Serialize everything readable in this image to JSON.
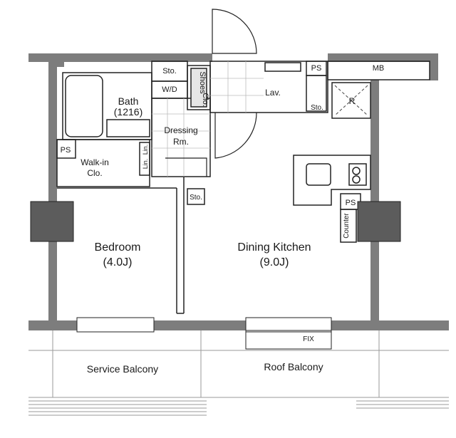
{
  "rooms": {
    "bath": "Bath",
    "bath_size": "(1216)",
    "dressing": "Dressing",
    "dressing_rm": "Rm.",
    "walkin": "Walk-in",
    "walkin_clo": "Clo.",
    "bedroom": "Bedroom",
    "bedroom_size": "(4.0J)",
    "dining": "Dining Kitchen",
    "dining_size": "(9.0J)",
    "lav": "Lav.",
    "service_balcony": "Service Balcony",
    "roof_balcony": "Roof Balcony"
  },
  "labels": {
    "sto_top": "Sto.",
    "wd": "W/D",
    "shoes": "Shoes",
    "shoes_clo": "Clo.",
    "ps_top": "PS",
    "mb": "MB",
    "sto_lav": "Sto.",
    "r": "R",
    "ps_left": "PS",
    "lin1": "Lin.",
    "lin2": "Lin.",
    "sto_mid": "Sto.",
    "ps_right": "PS",
    "counter": "Counter",
    "fix": "FIX"
  },
  "colors": {
    "wall": "#7a7a7a",
    "column": "#5c5c5c",
    "line": "#222222",
    "light_line": "#9a9a9a"
  }
}
